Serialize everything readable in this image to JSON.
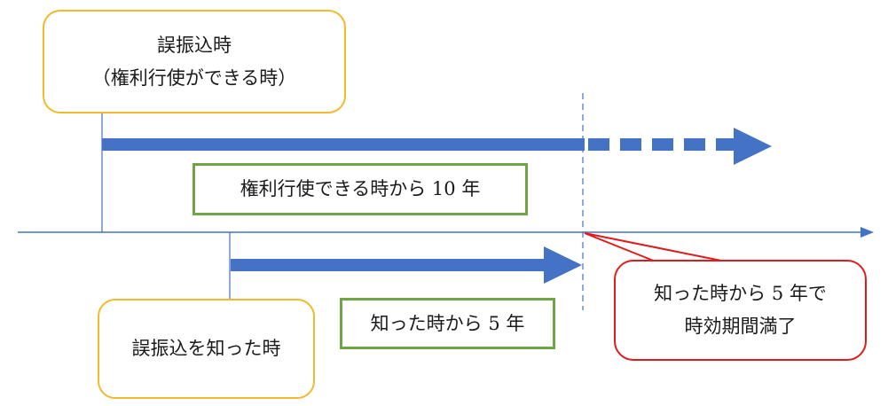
{
  "boxes": {
    "transfer_time": {
      "line1": "誤振込時",
      "line2": "（権利行使ができる時）"
    },
    "ten_year": {
      "label": "権利行使できる時から 10 年"
    },
    "know_time": {
      "label": "誤振込を知った時"
    },
    "five_year": {
      "label": "知った時から 5 年"
    },
    "expiry": {
      "line1": "知った時から 5 年で",
      "line2": "時効期間満了"
    }
  },
  "colors": {
    "arrow_blue": "#4472c4",
    "line_blue": "#4472c4",
    "orange_border": "#f2b92c",
    "green_border": "#6ea646",
    "red_border": "#e01b1b"
  }
}
